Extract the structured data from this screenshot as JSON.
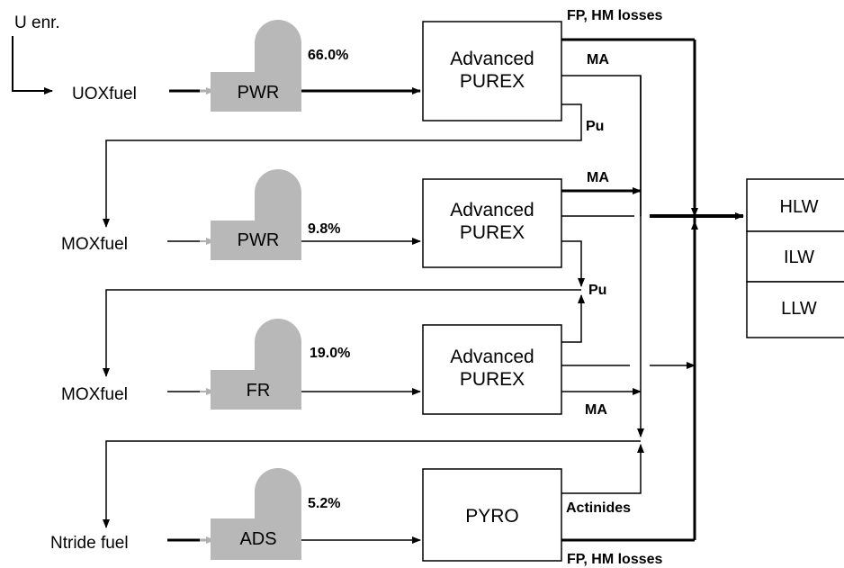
{
  "inputs": {
    "u_enr": "U enr.",
    "fuels": [
      "UOXfuel",
      "MOXfuel",
      "MOXfuel",
      "Ntride fuel"
    ]
  },
  "reactors": [
    {
      "label": "PWR",
      "share": "66.0%"
    },
    {
      "label": "PWR",
      "share": "9.8%"
    },
    {
      "label": "FR",
      "share": "19.0%"
    },
    {
      "label": "ADS",
      "share": "5.2%"
    }
  ],
  "reprocessing": [
    {
      "line1": "Advanced",
      "line2": "PUREX"
    },
    {
      "line1": "Advanced",
      "line2": "PUREX"
    },
    {
      "line1": "Advanced",
      "line2": "PUREX"
    },
    {
      "line1": "PYRO",
      "line2": ""
    }
  ],
  "streams": {
    "fp_hm_top": "FP, HM losses",
    "fp_hm_bottom": "FP, HM losses",
    "ma_1": "MA",
    "ma_2": "MA",
    "ma_3": "MA",
    "pu_1": "Pu",
    "pu_2": "Pu",
    "actinides": "Actinides"
  },
  "waste": [
    "HLW",
    "ILW",
    "LLW"
  ],
  "colors": {
    "reactor_fill": "#b8b8b8",
    "arrow_gray": "#b0b0b0",
    "line": "#000000",
    "background": "#ffffff"
  }
}
